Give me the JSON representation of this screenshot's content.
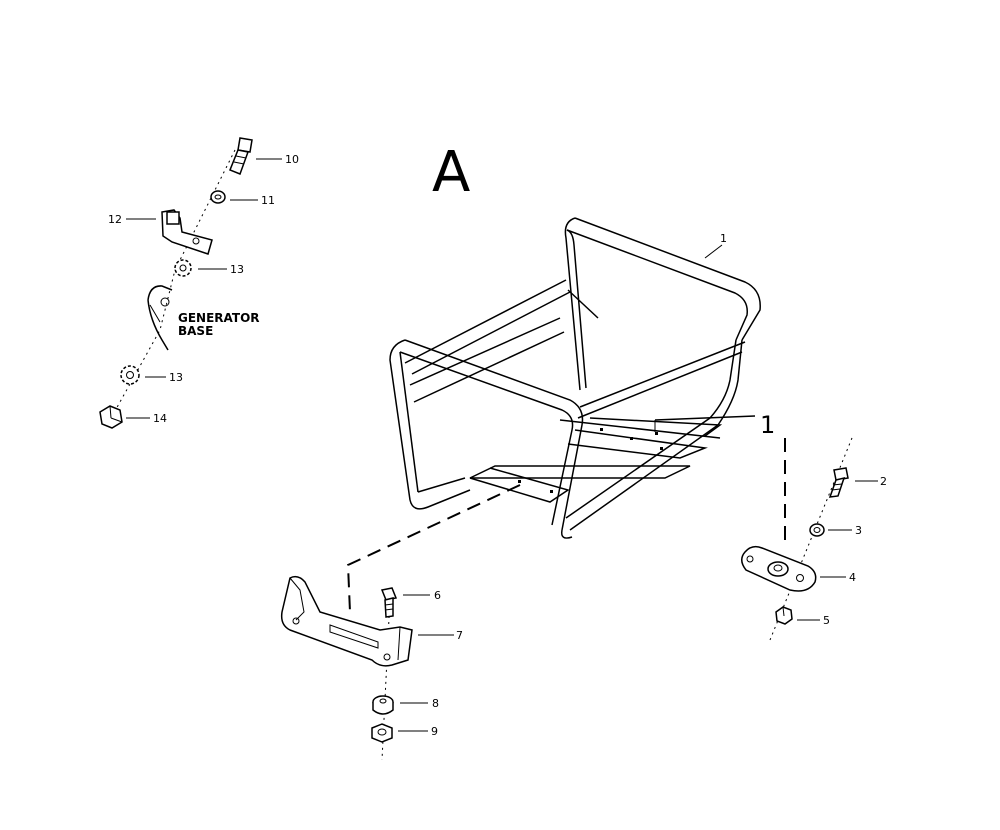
{
  "diagram": {
    "title": "A",
    "frame_callout": "1",
    "generator_base_label_line1": "GENERATOR",
    "generator_base_label_line2": "BASE"
  },
  "callouts": {
    "c1": "1",
    "c2": "2",
    "c3": "3",
    "c4": "4",
    "c5": "5",
    "c6": "6",
    "c7": "7",
    "c8": "8",
    "c9": "9",
    "c10": "10",
    "c11": "11",
    "c12": "12",
    "c13a": "13",
    "c13b": "13",
    "c14": "14"
  }
}
